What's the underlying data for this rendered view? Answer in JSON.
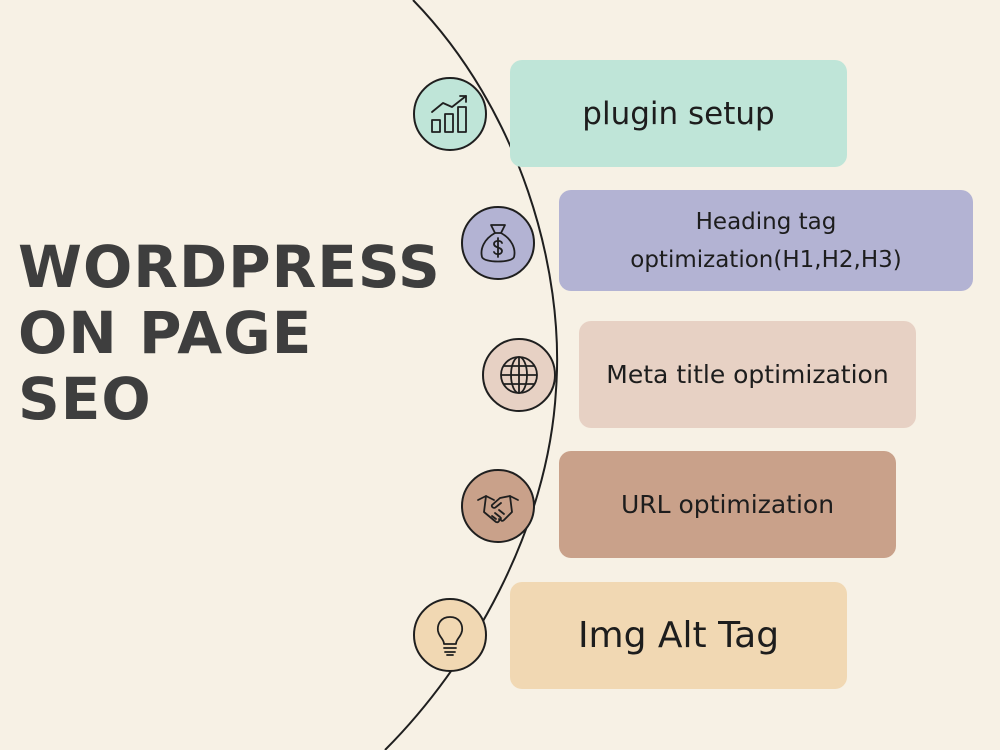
{
  "title": {
    "lines": [
      "WORDPRESS",
      "ON PAGE",
      "SEO"
    ]
  },
  "items": [
    {
      "label": "plugin setup",
      "icon": "bar-chart-growth-icon",
      "pill_color": "#bfe5d8",
      "circle_color": "#bfe5d8"
    },
    {
      "label": "Heading tag optimization(H1,H2,H3)",
      "icon": "money-bag-icon",
      "pill_color": "#b3b3d3",
      "circle_color": "#b3b3d3"
    },
    {
      "label": "Meta title optimization",
      "icon": "globe-icon",
      "pill_color": "#e7d1c4",
      "circle_color": "#e7d1c4"
    },
    {
      "label": "URL optimization",
      "icon": "handshake-icon",
      "pill_color": "#c9a18a",
      "circle_color": "#c9a18a"
    },
    {
      "label": "Img Alt Tag",
      "icon": "lightbulb-icon",
      "pill_color": "#f1d8b3",
      "circle_color": "#f1d8b3"
    }
  ],
  "colors": {
    "background": "#f7f1e5",
    "title": "#3e3e3e",
    "line": "#1f1f1f"
  }
}
